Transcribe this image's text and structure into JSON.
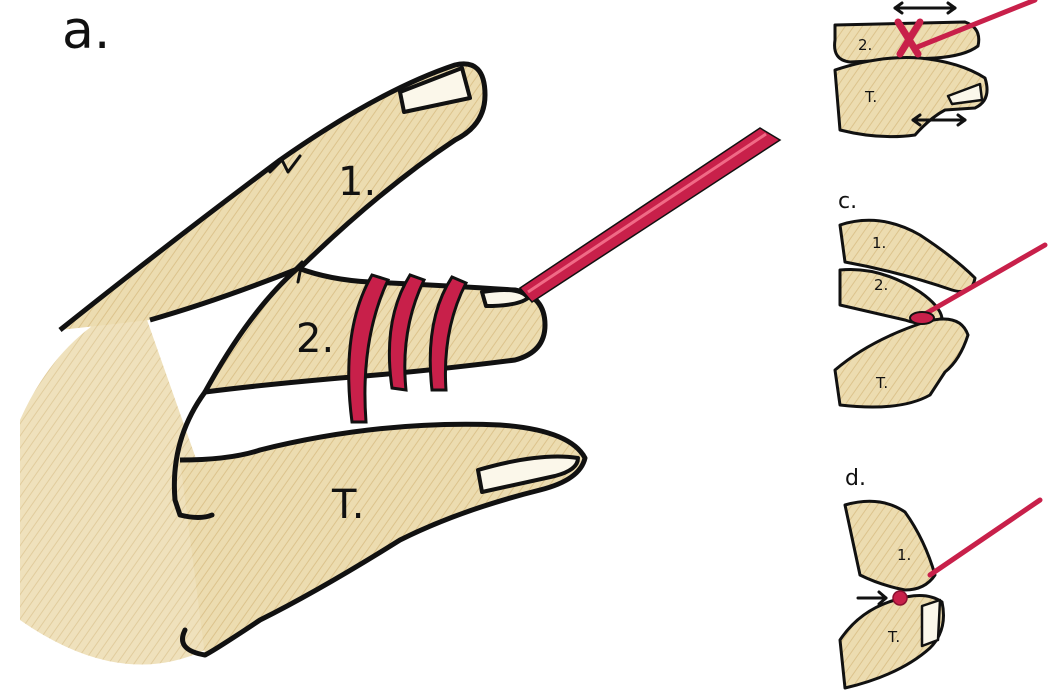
{
  "colors": {
    "skin": "#ecdcb0",
    "skin_shadow": "#dcc38c",
    "thread": "#c8204a",
    "thread_highlight": "#f06a86",
    "ink": "#111111"
  },
  "panels": {
    "a": {
      "letter": "a.",
      "labels": {
        "finger1": "1.",
        "finger2": "2.",
        "thumb": "T."
      }
    },
    "b": {
      "labels": {
        "finger2": "2.",
        "thumb": "T."
      }
    },
    "c": {
      "letter": "c.",
      "labels": {
        "finger1": "1.",
        "finger2": "2.",
        "thumb": "T."
      }
    },
    "d": {
      "letter": "d.",
      "labels": {
        "finger1": "1.",
        "thumb": "T."
      }
    }
  }
}
